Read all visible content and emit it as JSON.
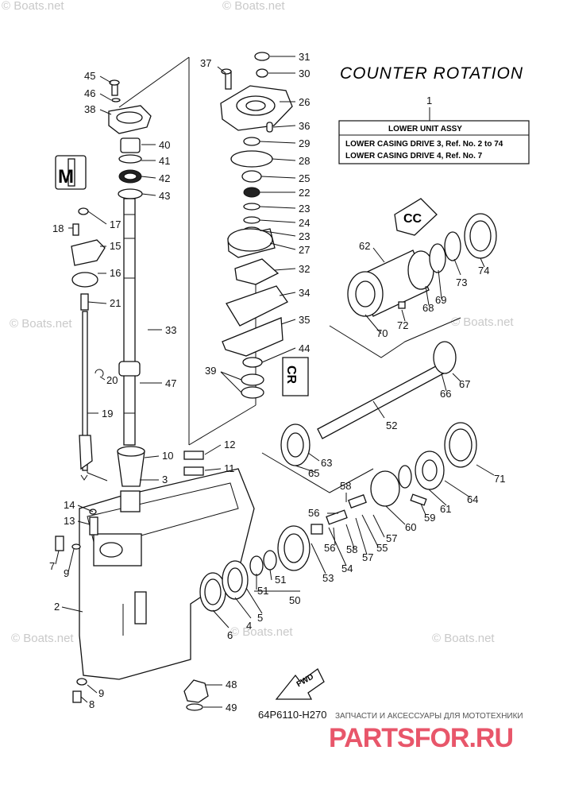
{
  "title": "COUNTER ROTATION",
  "assembly": {
    "ref": "1",
    "header": "LOWER UNIT ASSY",
    "lines": [
      "LOWER CASING DRIVE 3,  Ref. No. 2 to 74",
      "LOWER CASING DRIVE 4,  Ref. No. 7"
    ]
  },
  "diagram_code": "64P6110-H270",
  "fwd_label": "FWD",
  "watermarks": [
    "© Boats.net",
    "© Boats.net",
    "© Boats.net",
    "© Boats.net",
    "© Boats.net",
    "© Boats.net",
    "© Boats.net"
  ],
  "brand": {
    "tagline": "ЗАПЧАСТИ И АКСЕССУАРЫ ДЛЯ МОТОТЕХНИКИ",
    "name": "PARTSFOR.RU"
  },
  "insets": {
    "m_mark": "M",
    "cc_mark": "CC",
    "cr_mark": "CR"
  },
  "callouts": [
    "31",
    "30",
    "37",
    "26",
    "36",
    "29",
    "28",
    "25",
    "22",
    "23",
    "24",
    "23",
    "27",
    "32",
    "34",
    "35",
    "44",
    "39",
    "45",
    "46",
    "38",
    "40",
    "41",
    "42",
    "43",
    "17",
    "18",
    "15",
    "16",
    "21",
    "33",
    "20",
    "47",
    "19",
    "12",
    "11",
    "10",
    "3",
    "14",
    "13",
    "7",
    "9",
    "2",
    "6",
    "4",
    "5",
    "51",
    "51",
    "50",
    "48",
    "49",
    "9",
    "8",
    "62",
    "70",
    "72",
    "68",
    "69",
    "73",
    "74",
    "67",
    "66",
    "52",
    "63",
    "65",
    "71",
    "64",
    "61",
    "59",
    "58",
    "60",
    "57",
    "55",
    "56",
    "56",
    "58",
    "57",
    "54",
    "53"
  ]
}
